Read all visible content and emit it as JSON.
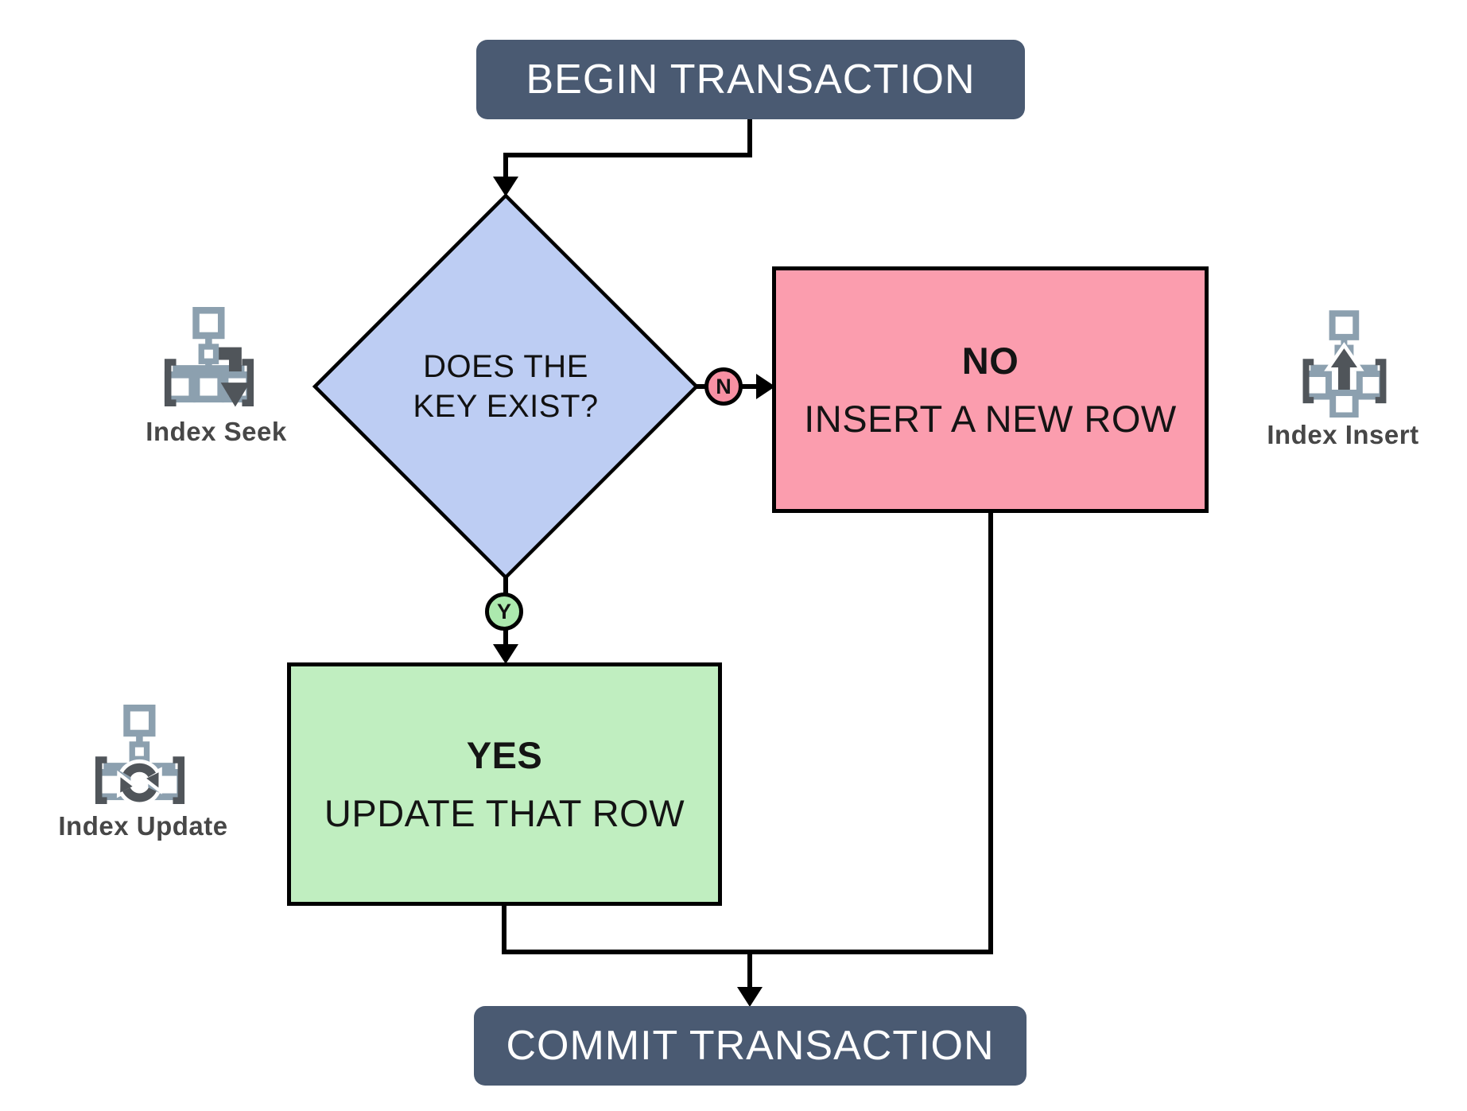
{
  "flowchart": {
    "begin_label": "BEGIN TRANSACTION",
    "decision": {
      "line1": "DOES THE",
      "line2": "KEY EXIST?"
    },
    "no_path": {
      "badge": "N",
      "heading": "NO",
      "body": "INSERT A NEW ROW"
    },
    "yes_path": {
      "badge": "Y",
      "heading": "YES",
      "body": "UPDATE THAT ROW"
    },
    "commit_label": "COMMIT TRANSACTION",
    "annotations": [
      {
        "icon": "index-seek-icon",
        "label": "Index Seek"
      },
      {
        "icon": "index-insert-icon",
        "label": "Index Insert"
      },
      {
        "icon": "index-update-icon",
        "label": "Index Update"
      }
    ],
    "colors": {
      "terminal_slate": "#4A5A72",
      "decision_fill": "#BDCDF3",
      "no_fill": "#FB9DAE",
      "yes_fill": "#C0EEC0",
      "badge_no_fill": "#F890A3",
      "badge_yes_fill": "#ACE9AE",
      "line_black": "#000000",
      "icon_steel": "#8CA0AF",
      "icon_dark": "#50555A",
      "annotation_text": "#474747"
    }
  }
}
